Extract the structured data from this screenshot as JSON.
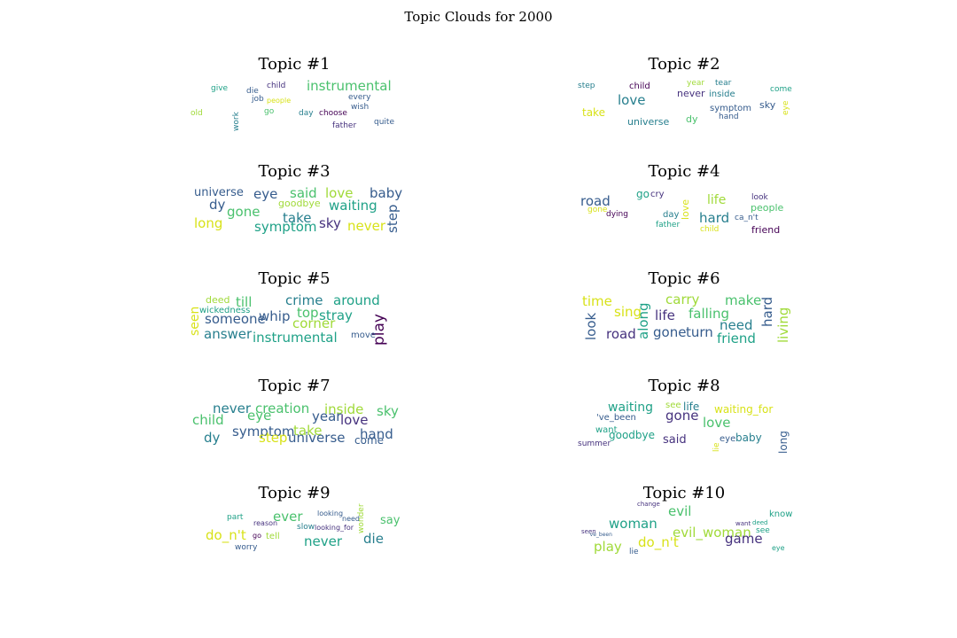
{
  "title": "Topic Clouds for 2000",
  "colors": {
    "yellow": "#d8e219",
    "lime": "#a0da39",
    "green": "#4ac16d",
    "teal": "#1fa187",
    "cyan": "#277f8e",
    "blue": "#365c8d",
    "indigo": "#46327e",
    "purple": "#440154"
  },
  "chart_data": {
    "type": "wordcloud",
    "panels": [
      {
        "title": "Topic #1",
        "words": [
          {
            "text": "instrumental",
            "c": "green"
          },
          {
            "text": "child",
            "c": "indigo"
          },
          {
            "text": "give",
            "c": "teal"
          },
          {
            "text": "die",
            "c": "blue"
          },
          {
            "text": "job",
            "c": "blue"
          },
          {
            "text": "people",
            "c": "yellow"
          },
          {
            "text": "every",
            "c": "blue"
          },
          {
            "text": "wish",
            "c": "blue"
          },
          {
            "text": "old",
            "c": "lime"
          },
          {
            "text": "go",
            "c": "green"
          },
          {
            "text": "day",
            "c": "cyan"
          },
          {
            "text": "choose",
            "c": "purple"
          },
          {
            "text": "quite",
            "c": "blue"
          },
          {
            "text": "father",
            "c": "indigo"
          },
          {
            "text": "work",
            "c": "cyan"
          }
        ]
      },
      {
        "title": "Topic #2",
        "words": [
          {
            "text": "step",
            "c": "cyan"
          },
          {
            "text": "child",
            "c": "purple"
          },
          {
            "text": "year",
            "c": "lime"
          },
          {
            "text": "tear",
            "c": "cyan"
          },
          {
            "text": "never",
            "c": "indigo"
          },
          {
            "text": "inside",
            "c": "cyan"
          },
          {
            "text": "come",
            "c": "teal"
          },
          {
            "text": "love",
            "c": "cyan"
          },
          {
            "text": "take",
            "c": "yellow"
          },
          {
            "text": "symptom",
            "c": "blue"
          },
          {
            "text": "sky",
            "c": "blue"
          },
          {
            "text": "hand",
            "c": "blue"
          },
          {
            "text": "universe",
            "c": "cyan"
          },
          {
            "text": "dy",
            "c": "green"
          },
          {
            "text": "eye",
            "c": "yellow"
          }
        ]
      },
      {
        "title": "Topic #3",
        "words": [
          {
            "text": "universe",
            "c": "blue"
          },
          {
            "text": "eye",
            "c": "blue"
          },
          {
            "text": "said",
            "c": "green"
          },
          {
            "text": "love",
            "c": "lime"
          },
          {
            "text": "baby",
            "c": "blue"
          },
          {
            "text": "dy",
            "c": "blue"
          },
          {
            "text": "goodbye",
            "c": "lime"
          },
          {
            "text": "waiting",
            "c": "teal"
          },
          {
            "text": "gone",
            "c": "green"
          },
          {
            "text": "take",
            "c": "cyan"
          },
          {
            "text": "long",
            "c": "yellow"
          },
          {
            "text": "symptom",
            "c": "teal"
          },
          {
            "text": "sky",
            "c": "indigo"
          },
          {
            "text": "never",
            "c": "yellow"
          },
          {
            "text": "step",
            "c": "blue"
          }
        ]
      },
      {
        "title": "Topic #4",
        "words": [
          {
            "text": "road",
            "c": "blue"
          },
          {
            "text": "go",
            "c": "teal"
          },
          {
            "text": "cry",
            "c": "indigo"
          },
          {
            "text": "love",
            "c": "yellow"
          },
          {
            "text": "life",
            "c": "lime"
          },
          {
            "text": "look",
            "c": "indigo"
          },
          {
            "text": "gone",
            "c": "yellow"
          },
          {
            "text": "dying",
            "c": "purple"
          },
          {
            "text": "day",
            "c": "cyan"
          },
          {
            "text": "hard",
            "c": "cyan"
          },
          {
            "text": "ca_n't",
            "c": "blue"
          },
          {
            "text": "people",
            "c": "green"
          },
          {
            "text": "father",
            "c": "teal"
          },
          {
            "text": "child",
            "c": "yellow"
          },
          {
            "text": "friend",
            "c": "purple"
          }
        ]
      },
      {
        "title": "Topic #5",
        "words": [
          {
            "text": "deed",
            "c": "lime"
          },
          {
            "text": "till",
            "c": "green"
          },
          {
            "text": "crime",
            "c": "cyan"
          },
          {
            "text": "around",
            "c": "teal"
          },
          {
            "text": "wickedness",
            "c": "teal"
          },
          {
            "text": "top",
            "c": "green"
          },
          {
            "text": "seen",
            "c": "yellow"
          },
          {
            "text": "someone",
            "c": "blue"
          },
          {
            "text": "whip",
            "c": "blue"
          },
          {
            "text": "stray",
            "c": "teal"
          },
          {
            "text": "corner",
            "c": "lime"
          },
          {
            "text": "play",
            "c": "purple"
          },
          {
            "text": "answer",
            "c": "cyan"
          },
          {
            "text": "instrumental",
            "c": "teal"
          },
          {
            "text": "move",
            "c": "blue"
          }
        ]
      },
      {
        "title": "Topic #6",
        "words": [
          {
            "text": "time",
            "c": "yellow"
          },
          {
            "text": "carry",
            "c": "lime"
          },
          {
            "text": "make",
            "c": "green"
          },
          {
            "text": "sing",
            "c": "yellow"
          },
          {
            "text": "along",
            "c": "teal"
          },
          {
            "text": "life",
            "c": "indigo"
          },
          {
            "text": "falling",
            "c": "green"
          },
          {
            "text": "hard",
            "c": "blue"
          },
          {
            "text": "living",
            "c": "lime"
          },
          {
            "text": "look",
            "c": "blue"
          },
          {
            "text": "need",
            "c": "cyan"
          },
          {
            "text": "road",
            "c": "indigo"
          },
          {
            "text": "gone",
            "c": "blue"
          },
          {
            "text": "turn",
            "c": "blue"
          },
          {
            "text": "friend",
            "c": "teal"
          }
        ]
      },
      {
        "title": "Topic #7",
        "words": [
          {
            "text": "never",
            "c": "cyan"
          },
          {
            "text": "creation",
            "c": "green"
          },
          {
            "text": "inside",
            "c": "lime"
          },
          {
            "text": "sky",
            "c": "green"
          },
          {
            "text": "child",
            "c": "green"
          },
          {
            "text": "eye",
            "c": "green"
          },
          {
            "text": "year",
            "c": "blue"
          },
          {
            "text": "love",
            "c": "indigo"
          },
          {
            "text": "symptom",
            "c": "blue"
          },
          {
            "text": "take",
            "c": "lime"
          },
          {
            "text": "hand",
            "c": "blue"
          },
          {
            "text": "dy",
            "c": "cyan"
          },
          {
            "text": "step",
            "c": "yellow"
          },
          {
            "text": "universe",
            "c": "blue"
          },
          {
            "text": "come",
            "c": "blue"
          }
        ]
      },
      {
        "title": "Topic #8",
        "words": [
          {
            "text": "waiting",
            "c": "teal"
          },
          {
            "text": "see",
            "c": "lime"
          },
          {
            "text": "life",
            "c": "cyan"
          },
          {
            "text": "waiting_for",
            "c": "yellow"
          },
          {
            "text": "'ve_been",
            "c": "blue"
          },
          {
            "text": "gone",
            "c": "indigo"
          },
          {
            "text": "love",
            "c": "green"
          },
          {
            "text": "want",
            "c": "teal"
          },
          {
            "text": "long",
            "c": "blue"
          },
          {
            "text": "goodbye",
            "c": "teal"
          },
          {
            "text": "said",
            "c": "indigo"
          },
          {
            "text": "eye",
            "c": "blue"
          },
          {
            "text": "baby",
            "c": "cyan"
          },
          {
            "text": "summer",
            "c": "indigo"
          },
          {
            "text": "lie",
            "c": "yellow"
          }
        ]
      },
      {
        "title": "Topic #9",
        "words": [
          {
            "text": "ever",
            "c": "green"
          },
          {
            "text": "looking",
            "c": "blue"
          },
          {
            "text": "part",
            "c": "teal"
          },
          {
            "text": "need",
            "c": "blue"
          },
          {
            "text": "say",
            "c": "green"
          },
          {
            "text": "reason",
            "c": "indigo"
          },
          {
            "text": "wonder",
            "c": "lime"
          },
          {
            "text": "do_n't",
            "c": "yellow"
          },
          {
            "text": "slow",
            "c": "cyan"
          },
          {
            "text": "looking_for",
            "c": "indigo"
          },
          {
            "text": "go",
            "c": "purple"
          },
          {
            "text": "tell",
            "c": "lime"
          },
          {
            "text": "never",
            "c": "teal"
          },
          {
            "text": "die",
            "c": "cyan"
          },
          {
            "text": "worry",
            "c": "blue"
          }
        ]
      },
      {
        "title": "Topic #10",
        "words": [
          {
            "text": "change",
            "c": "indigo"
          },
          {
            "text": "evil",
            "c": "green"
          },
          {
            "text": "know",
            "c": "teal"
          },
          {
            "text": "woman",
            "c": "teal"
          },
          {
            "text": "want",
            "c": "indigo"
          },
          {
            "text": "deed",
            "c": "teal"
          },
          {
            "text": "evil_woman",
            "c": "lime"
          },
          {
            "text": "see",
            "c": "teal"
          },
          {
            "text": "seen",
            "c": "indigo"
          },
          {
            "text": "'ve_been",
            "c": "blue"
          },
          {
            "text": "game",
            "c": "indigo"
          },
          {
            "text": "play",
            "c": "lime"
          },
          {
            "text": "do_n't",
            "c": "yellow"
          },
          {
            "text": "lie",
            "c": "blue"
          },
          {
            "text": "eye",
            "c": "teal"
          }
        ]
      }
    ]
  }
}
